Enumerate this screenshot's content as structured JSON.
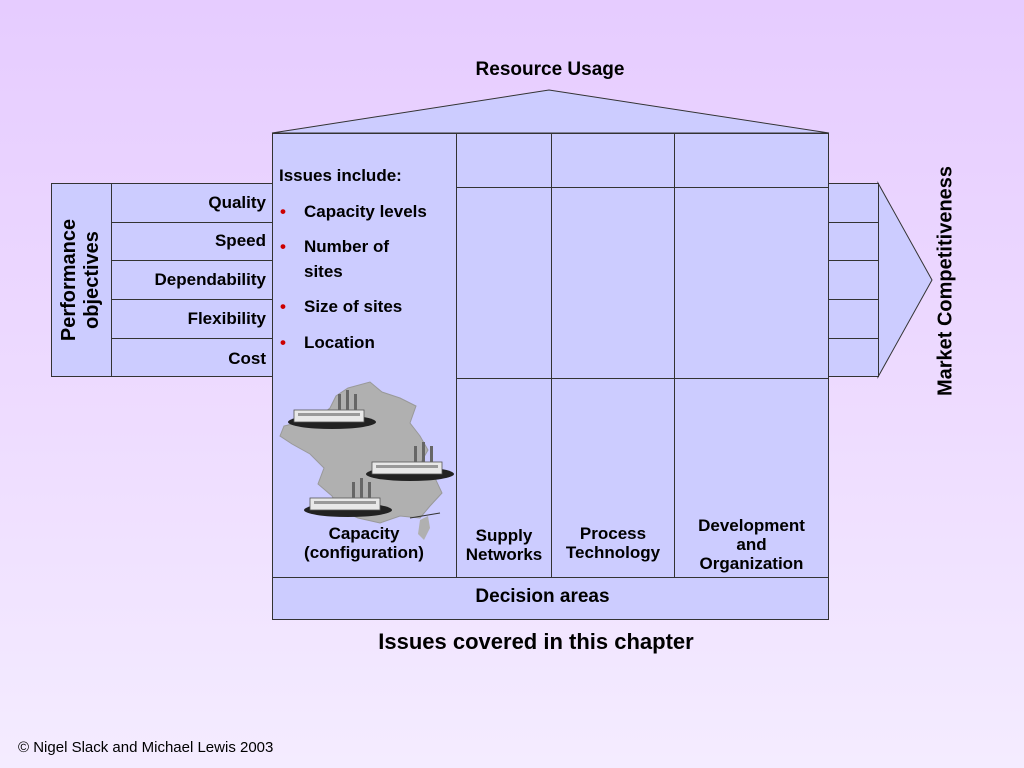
{
  "roof": {
    "label": "Resource Usage"
  },
  "left_panel": {
    "label_line1": "Performance",
    "label_line2": "objectives"
  },
  "performance_objectives": [
    "Quality",
    "Speed",
    "Dependability",
    "Flexibility",
    "Cost"
  ],
  "right_panel": {
    "label": "Market Competitiveness"
  },
  "issues": {
    "heading": "Issues include:",
    "items": [
      "Capacity levels",
      "Number of",
      "sites",
      "Size of sites",
      "Location"
    ]
  },
  "columns": [
    {
      "line1": "Capacity",
      "line2": "(configuration)"
    },
    {
      "line1": "Supply",
      "line2": "Networks"
    },
    {
      "line1": "Process",
      "line2": "Technology"
    },
    {
      "line1": "Development",
      "line2": "and",
      "line3": "Organization"
    }
  ],
  "footer_bar": {
    "label": "Decision areas"
  },
  "caption": "Issues covered in this chapter",
  "copyright": "© Nigel Slack and Michael Lewis 2003",
  "colors": {
    "background": "#e6ccff",
    "box_fill": "#ccccff",
    "bullet": "#cc0000",
    "map": "#b0b0b0"
  }
}
